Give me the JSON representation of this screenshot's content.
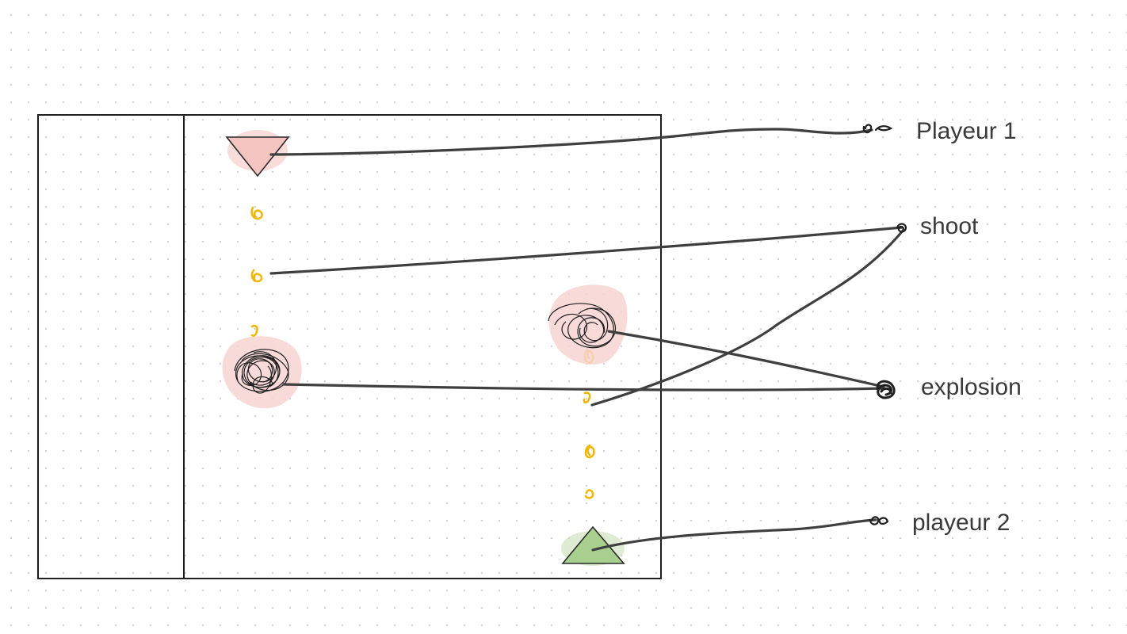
{
  "diagram": {
    "labels": {
      "player1": "Playeur 1",
      "shoot": "shoot",
      "explosion": "explosion",
      "player2": "playeur 2"
    },
    "colors": {
      "frame": "#1f1f1f",
      "player1_fill": "#f4c4c0",
      "player2_fill": "#a9cf8f",
      "shot": "#f2b705",
      "explosion_glow": "#f7d4d2",
      "connector": "#3f3f3f",
      "label_text": "#3a3a3a",
      "grid_dot": "#d4d4d4"
    },
    "icons": {
      "player1": "triangle-down-icon",
      "player2": "triangle-up-icon",
      "shot": "dot-icon",
      "explosion": "scribble-icon"
    }
  }
}
